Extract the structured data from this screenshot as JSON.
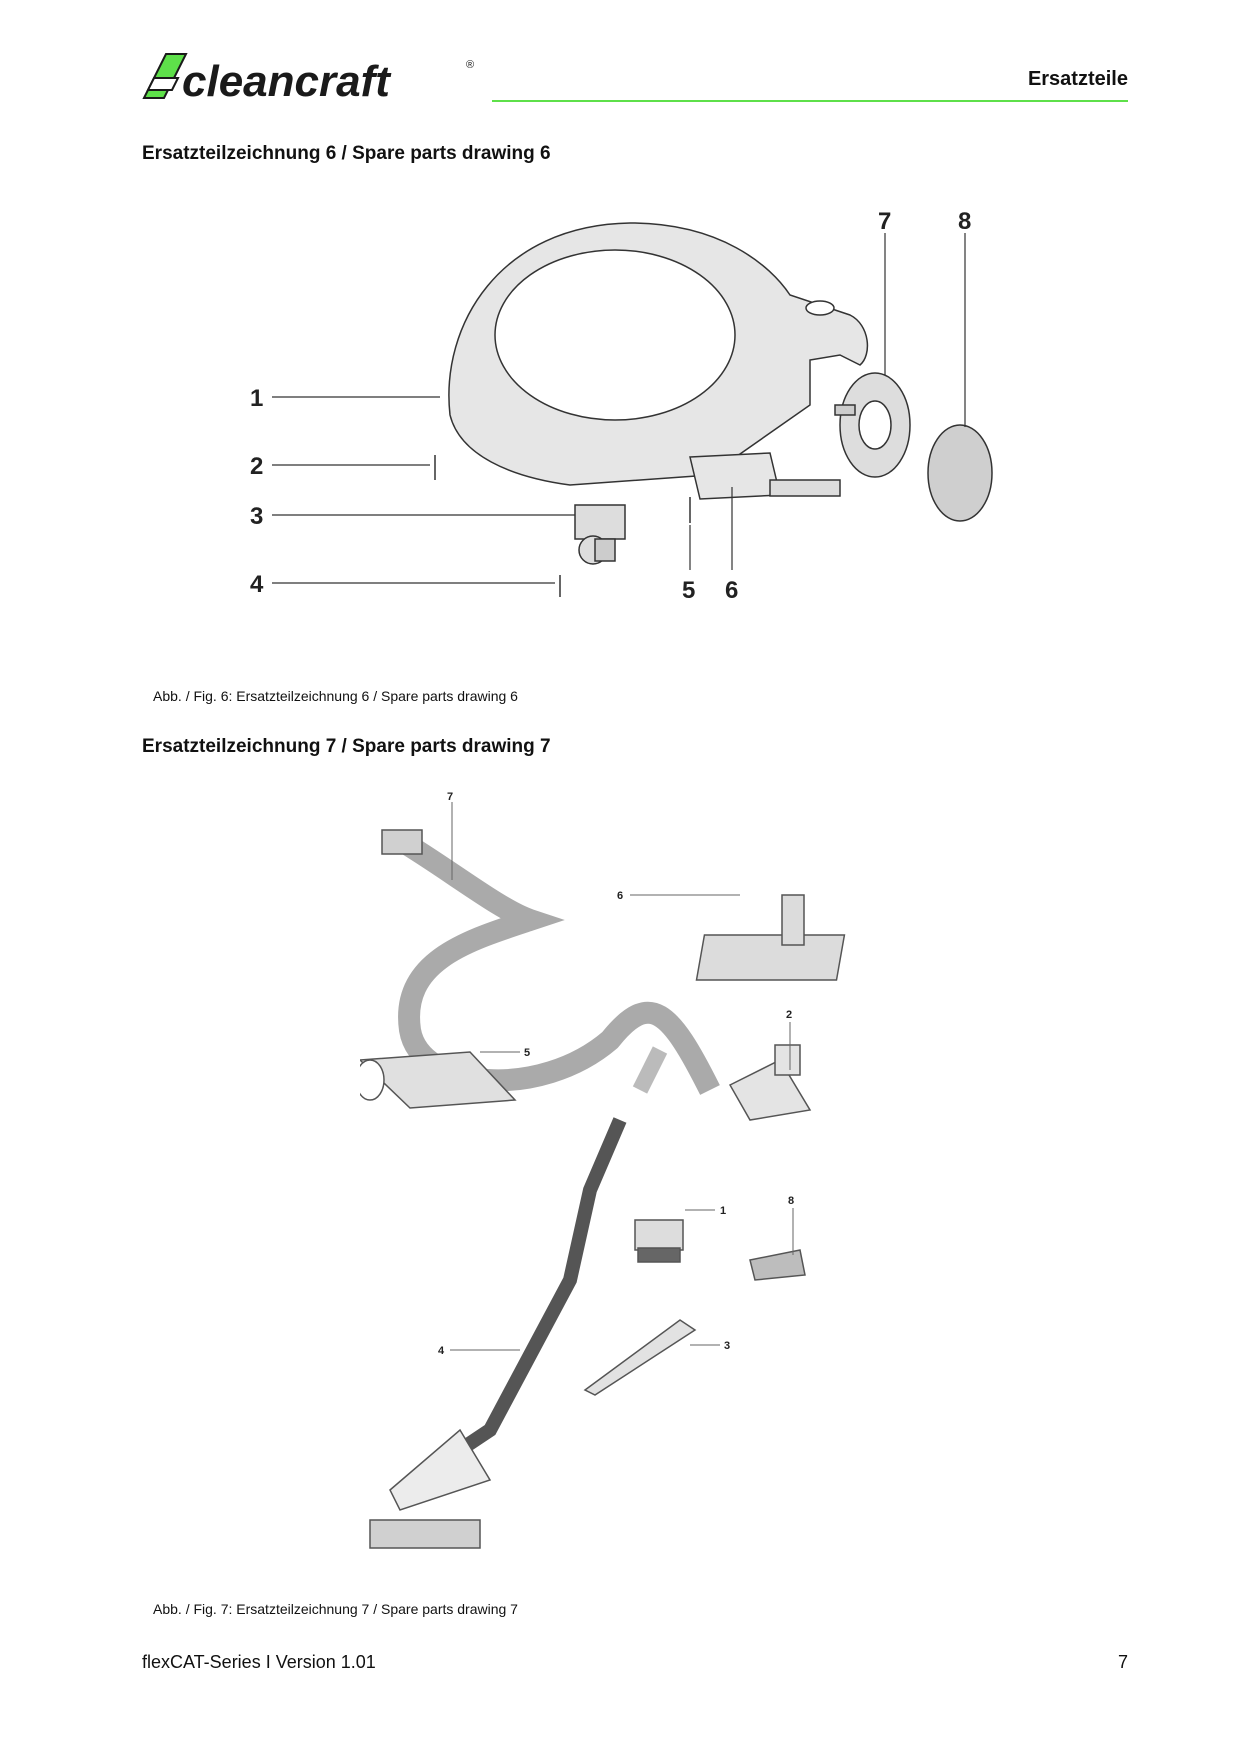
{
  "brand": {
    "name": "cleancraft",
    "registered": "®",
    "accent_color": "#5ee04a"
  },
  "header": {
    "title": "Ersatzteile"
  },
  "section6": {
    "title": "Ersatzteilzeichnung 6 / Spare parts drawing 6",
    "callouts": [
      "1",
      "2",
      "3",
      "4",
      "5",
      "6",
      "7",
      "8"
    ],
    "caption": "Abb. / Fig. 6: Ersatzteilzeichnung 6 / Spare parts drawing 6"
  },
  "section7": {
    "title": "Ersatzteilzeichnung 7 / Spare parts drawing 7",
    "callouts": [
      "1",
      "2",
      "3",
      "4",
      "5",
      "6",
      "7",
      "8"
    ],
    "caption": "Abb. / Fig. 7: Ersatzteilzeichnung 7 / Spare parts drawing 7"
  },
  "footer": {
    "document": "flexCAT-Series I Version 1.01",
    "page": "7"
  }
}
